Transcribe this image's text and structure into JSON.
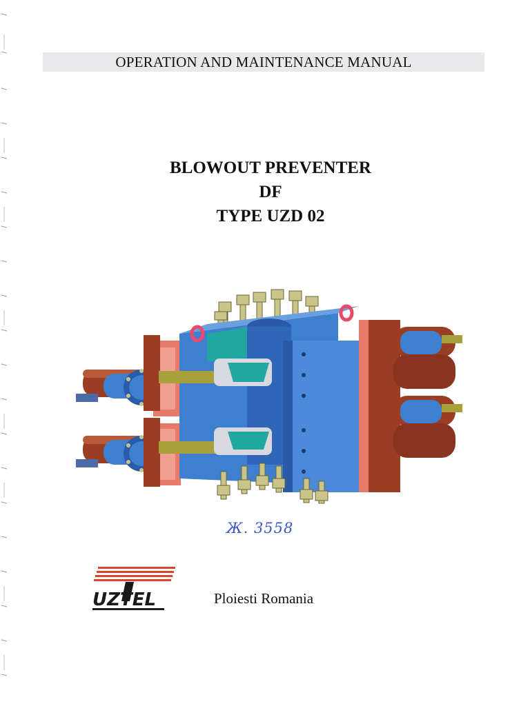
{
  "header": {
    "title": "OPERATION AND MAINTENANCE MANUAL"
  },
  "document": {
    "title_lines": [
      "BLOWOUT PREVENTER",
      "DF",
      "TYPE UZD 02"
    ],
    "handwritten_note": "Ж. 3558",
    "location": "Ploiesti Romania"
  },
  "logo": {
    "text": "UZTEL",
    "color": "#1a1a1a",
    "accent": "#d9452b"
  },
  "illustration": {
    "subject": "blowout-preventer-3d-render"
  },
  "colors": {
    "body_blue": "#3f7fd0",
    "dark_blue": "#2a5aa8",
    "teal": "#1fa7a0",
    "rust": "#9a3d22",
    "salmon": "#e87a6a",
    "pink": "#e84a6a",
    "olive": "#a8a03a",
    "bolt": "#c9c48a"
  }
}
